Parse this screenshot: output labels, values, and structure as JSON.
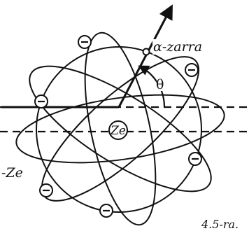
{
  "labels": {
    "alpha_particle": "α-zarra",
    "angle": "θ",
    "nucleus_charge": "Ze",
    "electron_cloud_charge": "-Ze",
    "figure_caption": "4.5-ra."
  },
  "electron_symbol": "minus-sign",
  "electron_count": 6,
  "colors": {
    "ink": "#111111",
    "background": "#ffffff"
  }
}
